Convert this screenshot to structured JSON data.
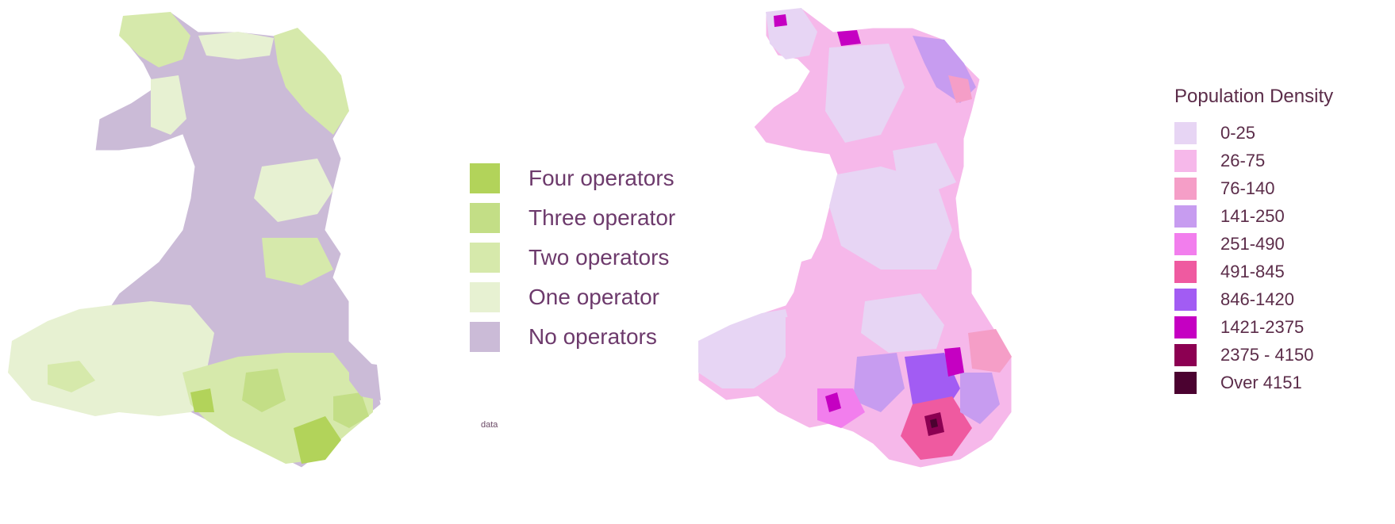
{
  "operators_map": {
    "legend": [
      {
        "label": "Four operators",
        "color": "#b2d35a"
      },
      {
        "label": "Three operator",
        "color": "#c3de86"
      },
      {
        "label": "Two operators",
        "color": "#d6e9ab"
      },
      {
        "label": "One operator",
        "color": "#e7f1d2"
      },
      {
        "label": "No operators",
        "color": "#cbbbd7"
      }
    ],
    "note": "data"
  },
  "density_map": {
    "title": "Population Density",
    "legend": [
      {
        "label": "0-25",
        "color": "#e7d5f4"
      },
      {
        "label": "26-75",
        "color": "#f6b8ea"
      },
      {
        "label": "76-140",
        "color": "#f59ec7"
      },
      {
        "label": "141-250",
        "color": "#c79cf0"
      },
      {
        "label": "251-490",
        "color": "#f27eed"
      },
      {
        "label": "491-845",
        "color": "#ef5aa0"
      },
      {
        "label": "846-1420",
        "color": "#a25cf3"
      },
      {
        "label": "1421-2375",
        "color": "#c500c2"
      },
      {
        "label": "2375 - 4150",
        "color": "#8c0052"
      },
      {
        "label": "Over 4151",
        "color": "#4b0230"
      }
    ]
  }
}
